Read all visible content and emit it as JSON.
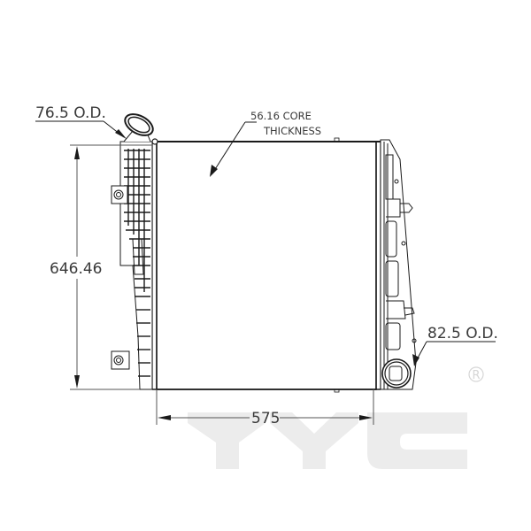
{
  "diagram": {
    "subject": "Intercooler technical drawing",
    "dimensions": {
      "inlet_od": "76.5  O.D.",
      "outlet_od": "82.5  O.D.",
      "core_thickness_line1": "56.16   CORE",
      "core_thickness_line2": "THICKNESS",
      "height": "646.46",
      "width": "575"
    },
    "watermark": {
      "brand": "TYC",
      "registered_mark": "R"
    },
    "colors": {
      "line": "#1a1a1a",
      "dimension_line": "#555555",
      "text": "#3a3a3a",
      "watermark": "#ececec"
    }
  }
}
